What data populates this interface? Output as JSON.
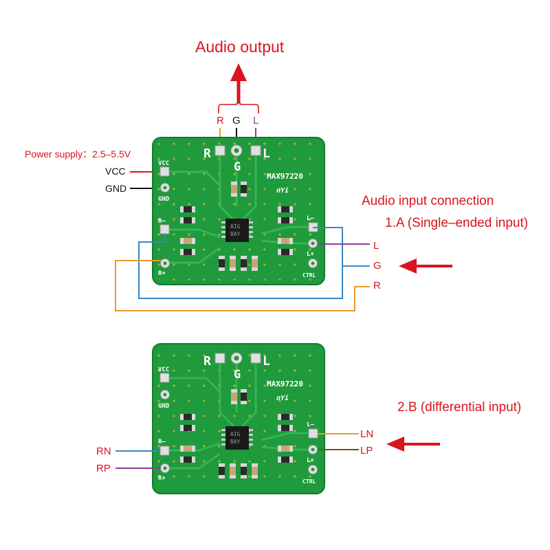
{
  "top": {
    "title": "Audio output",
    "out_labels": {
      "r": "R",
      "g": "G",
      "l": "L"
    },
    "power_label": "Power supply：2.5–5.5V",
    "vcc": "VCC",
    "gnd": "GND",
    "input_title": "Audio input connection",
    "mode_a": "1.A (Single–ended input)",
    "in_l": "L",
    "in_g": "G",
    "in_r": "R"
  },
  "bottom": {
    "mode_b": "2.B (differential input)",
    "ln": "LN",
    "lp": "LP",
    "rn": "RN",
    "rp": "RP"
  },
  "board": {
    "chip_model": "MAX97220",
    "ic_line1": "AIG",
    "ic_line2": "BAY",
    "brand": "nYi",
    "pad_r": "R",
    "pad_g": "G",
    "pad_l": "L",
    "vcc": "VCC",
    "gnd": "GND",
    "r_minus": "R–",
    "r_plus": "R+",
    "l_minus": "L–",
    "l_plus": "L+",
    "ctrl": "CTRL"
  },
  "colors": {
    "board_green": "#1f9a3c",
    "wire_red": "#d8141e",
    "wire_orange": "#e89a2a",
    "wire_blue": "#3a86c4",
    "wire_purple": "#8a3d96",
    "wire_brown": "#7a4a1e"
  }
}
